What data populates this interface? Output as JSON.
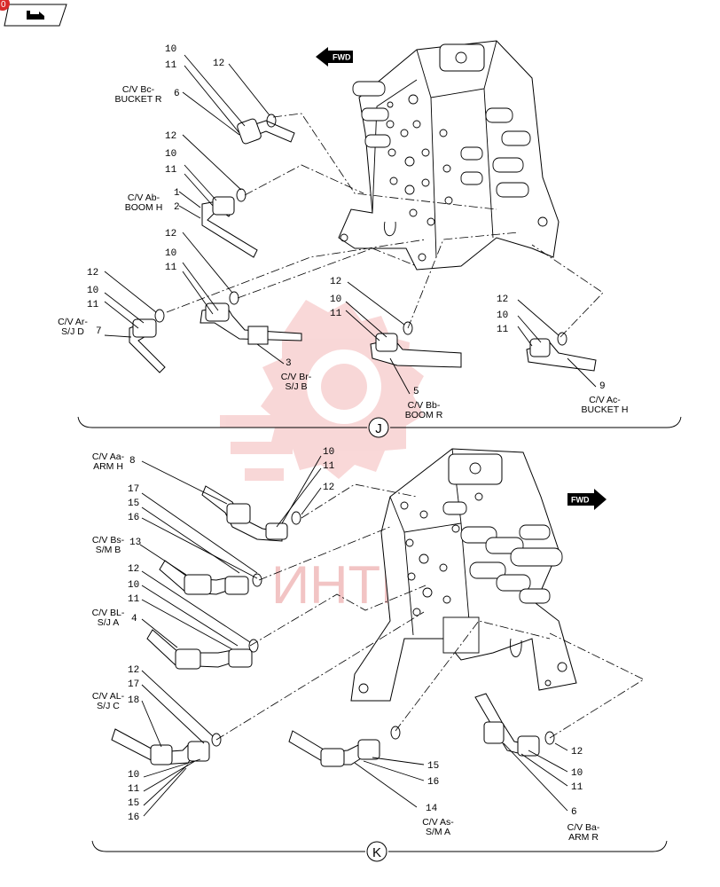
{
  "nav": {
    "back_badge": "0"
  },
  "watermark": "ИНТЕ",
  "fwd_label": "FWD",
  "views": [
    {
      "id": "J",
      "labels": [
        {
          "id": "cvbc",
          "lines": [
            "C/V Bc-",
            "BUCKET R"
          ]
        },
        {
          "id": "cvab",
          "lines": [
            "C/V Ab-",
            "BOOM H"
          ]
        },
        {
          "id": "cvar",
          "lines": [
            "C/V Ar-",
            "S/J D"
          ]
        },
        {
          "id": "cvbr",
          "lines": [
            "C/V Br-",
            "S/J B"
          ]
        },
        {
          "id": "cvbb",
          "lines": [
            "C/V Bb-",
            "BOOM R"
          ]
        },
        {
          "id": "cvac",
          "lines": [
            "C/V Ac-",
            "BUCKET H"
          ]
        }
      ],
      "callouts": [
        "10",
        "11",
        "12",
        "6",
        "12",
        "10",
        "11",
        "1",
        "2",
        "12",
        "10",
        "11",
        "12",
        "10",
        "11",
        "7",
        "3",
        "12",
        "10",
        "11",
        "5",
        "12",
        "10",
        "11",
        "9"
      ]
    },
    {
      "id": "K",
      "labels": [
        {
          "id": "cvaa",
          "lines": [
            "C/V Aa-",
            "ARM H"
          ]
        },
        {
          "id": "cvbs",
          "lines": [
            "C/V Bs-",
            "S/M B"
          ]
        },
        {
          "id": "cvbl",
          "lines": [
            "C/V BL-",
            "S/J A"
          ]
        },
        {
          "id": "cval",
          "lines": [
            "C/V AL-",
            "S/J C"
          ]
        },
        {
          "id": "cvas",
          "lines": [
            "C/V As-",
            "S/M A"
          ]
        },
        {
          "id": "cvba",
          "lines": [
            "C/V Ba-",
            "ARM R"
          ]
        }
      ],
      "callouts": [
        "8",
        "10",
        "11",
        "12",
        "17",
        "15",
        "16",
        "13",
        "12",
        "10",
        "11",
        "4",
        "12",
        "17",
        "18",
        "10",
        "11",
        "15",
        "16",
        "15",
        "16",
        "14",
        "12",
        "10",
        "11",
        "6"
      ]
    }
  ]
}
